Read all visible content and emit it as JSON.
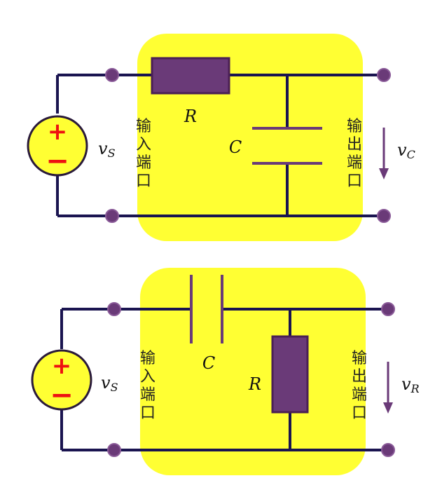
{
  "circuits": [
    {
      "id": "rc-lowpass",
      "source_label": "v",
      "source_sub": "S",
      "series_label": "R",
      "shunt_label": "C",
      "output_label": "v",
      "output_sub": "C",
      "input_port": [
        "输",
        "入",
        "端",
        "口"
      ],
      "output_port": [
        "输",
        "出",
        "端",
        "口"
      ],
      "source_plus": "+",
      "source_minus": "−"
    },
    {
      "id": "cr-highpass",
      "source_label": "v",
      "source_sub": "S",
      "series_label": "C",
      "shunt_label": "R",
      "output_label": "v",
      "output_sub": "R",
      "input_port": [
        "输",
        "入",
        "端",
        "口"
      ],
      "output_port": [
        "输",
        "出",
        "端",
        "口"
      ],
      "source_plus": "+",
      "source_minus": "−"
    }
  ],
  "colors": {
    "panel": "#ffff33",
    "wire": "#1a1450",
    "component": "#6a3a78",
    "sign": "#ee1111"
  }
}
